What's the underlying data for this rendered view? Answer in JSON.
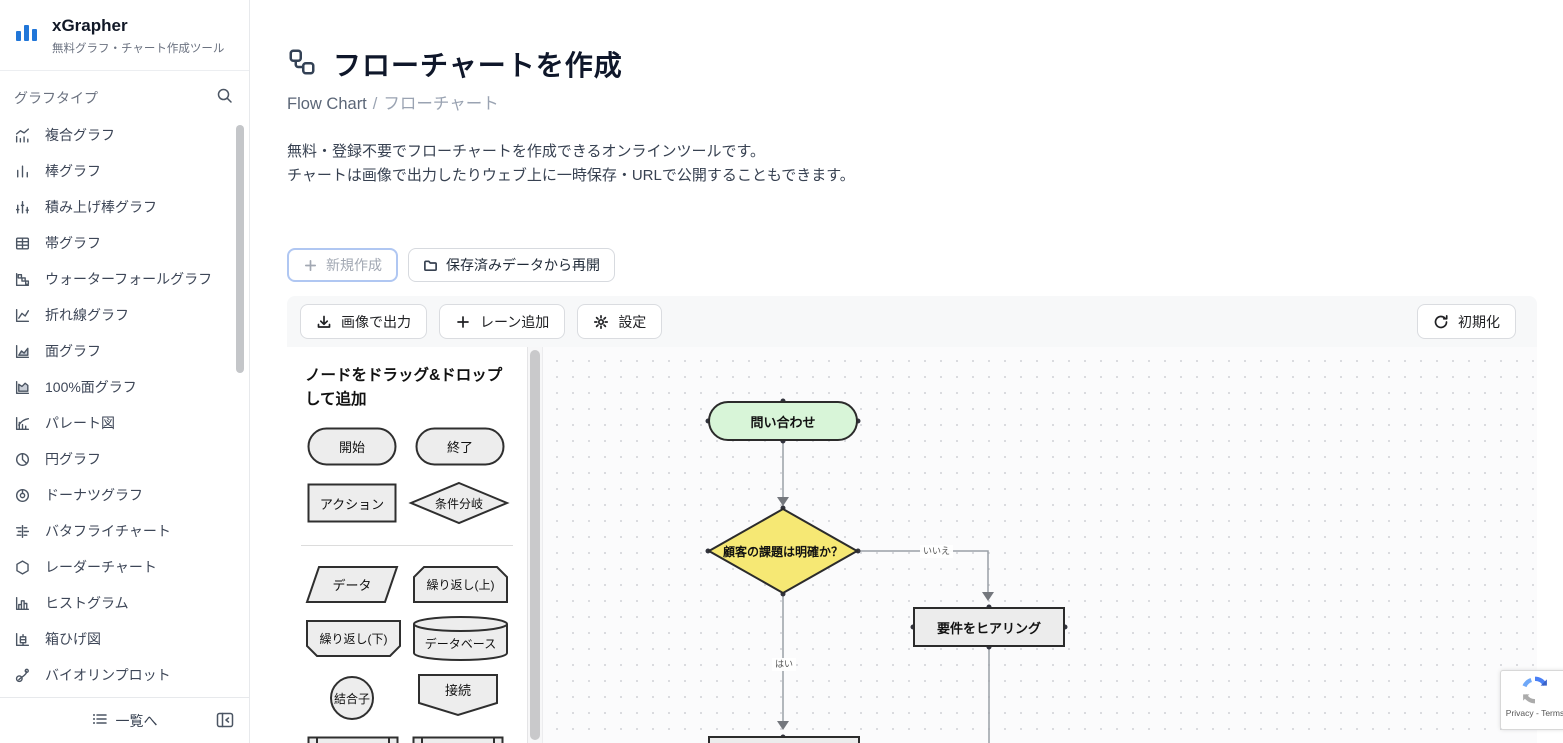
{
  "app": {
    "name": "xGrapher",
    "tagline": "無料グラフ・チャート作成ツール"
  },
  "sidebar": {
    "section_title": "グラフタイプ",
    "search_icon": "search-icon",
    "items": [
      {
        "label": "複合グラフ",
        "icon": "combo-chart-icon"
      },
      {
        "label": "棒グラフ",
        "icon": "bar-chart-icon"
      },
      {
        "label": "積み上げ棒グラフ",
        "icon": "stacked-bar-chart-icon"
      },
      {
        "label": "帯グラフ",
        "icon": "band-chart-icon"
      },
      {
        "label": "ウォーターフォールグラフ",
        "icon": "waterfall-chart-icon"
      },
      {
        "label": "折れ線グラフ",
        "icon": "line-chart-icon"
      },
      {
        "label": "面グラフ",
        "icon": "area-chart-icon"
      },
      {
        "label": "100%面グラフ",
        "icon": "area-100-chart-icon"
      },
      {
        "label": "パレート図",
        "icon": "pareto-chart-icon"
      },
      {
        "label": "円グラフ",
        "icon": "pie-chart-icon"
      },
      {
        "label": "ドーナツグラフ",
        "icon": "donut-chart-icon"
      },
      {
        "label": "バタフライチャート",
        "icon": "butterfly-chart-icon"
      },
      {
        "label": "レーダーチャート",
        "icon": "radar-chart-icon"
      },
      {
        "label": "ヒストグラム",
        "icon": "histogram-icon"
      },
      {
        "label": "箱ひげ図",
        "icon": "boxplot-icon"
      },
      {
        "label": "バイオリンプロット",
        "icon": "violin-plot-icon"
      }
    ],
    "footer": {
      "list_label": "一覧へ"
    }
  },
  "header": {
    "title": "フローチャートを作成",
    "breadcrumb": {
      "root": "Flow Chart",
      "separator": "/",
      "current": "フローチャート"
    },
    "description_line1": "無料・登録不要でフローチャートを作成できるオンラインツールです。",
    "description_line2": "チャートは画像で出力したりウェブ上に一時保存・URLで公開することもできます。"
  },
  "actions": {
    "new": "新規作成",
    "resume": "保存済みデータから再開"
  },
  "toolbar": {
    "export": "画像で出力",
    "add_lane": "レーン追加",
    "settings": "設定",
    "reset": "初期化"
  },
  "palette": {
    "heading": "ノードをドラッグ&ドロップして追加",
    "nodes": [
      "開始",
      "終了",
      "アクション",
      "条件分岐",
      "データ",
      "繰り返し(上)",
      "繰り返し(下)",
      "データベース",
      "結合子",
      "接続"
    ]
  },
  "canvas": {
    "nodes": [
      {
        "label": "問い合わせ",
        "shape": "terminal",
        "fill": "#d8f5d8"
      },
      {
        "label": "顧客の課題は明確か？",
        "shape": "decision",
        "fill": "#f6e874"
      },
      {
        "label": "要件をヒアリング",
        "shape": "process",
        "fill": "#ececec"
      }
    ],
    "edge_labels": {
      "yes": "はい",
      "no": "いいえ"
    }
  },
  "recaptcha": {
    "label": "Privacy - Terms"
  },
  "colors": {
    "brand_blue": "#2176d8",
    "node_green": "#d8f5d8",
    "node_yellow": "#f6e874",
    "node_gray": "#ececec",
    "edge_gray": "#9aa0a6",
    "toolbar_bg": "#f7f8f9"
  }
}
